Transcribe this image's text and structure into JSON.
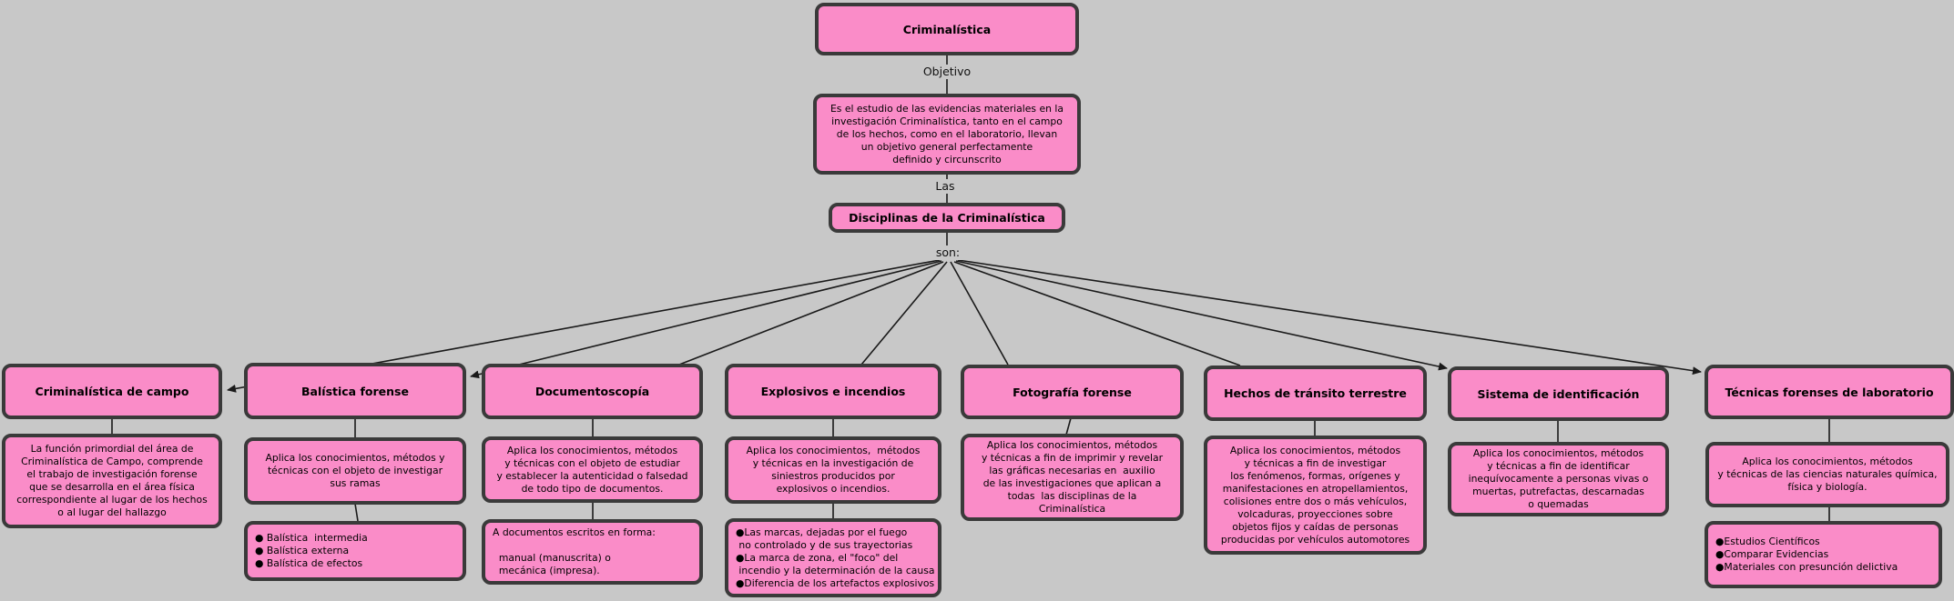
{
  "colors": {
    "background": "#C8C8C8",
    "node_fill": "#FA8CC8",
    "node_border": "#3A3A3A",
    "line": "#1A1A1A",
    "text": "#000000"
  },
  "diagram": {
    "root_title": "Criminalística",
    "objetivo_label": "Objetivo",
    "objective_text": "Es el estudio de las evidencias materiales en la\ninvestigación Criminalística, tanto en el campo\nde los hechos, como en el laboratorio, llevan\nun objetivo general perfectamente\ndefinido y circunscrito",
    "las_label": "Las",
    "disciplines_title": "Disciplinas de la Criminalística",
    "son_label": "son:",
    "disciplines": [
      {
        "title": "Criminalística de campo",
        "description": "La función primordial del área de\nCriminalística de Campo, comprende\nel trabajo de investigación forense\nque se desarrolla en el área física\ncorrespondiente al lugar de los hechos\no al lugar del hallazgo"
      },
      {
        "title": "Balística forense",
        "description": "Aplica los conocimientos, métodos y\ntécnicas con el objeto de investigar\nsus ramas",
        "details": "● Balística  intermedia\n● Balística externa\n● Balística de efectos"
      },
      {
        "title": "Documentoscopía",
        "description": "Aplica los conocimientos, métodos\ny técnicas con el objeto de estudiar\ny establecer la autenticidad o falsedad\nde todo tipo de documentos.",
        "details": "A documentos escritos en forma:\n\n  manual (manuscrita) o\n  mecánica (impresa)."
      },
      {
        "title": "Explosivos e incendios",
        "description": "Aplica los conocimientos,  métodos\ny técnicas en la investigación de\nsiniestros producidos por\nexplosivos o incendios.",
        "details": "●Las marcas, dejadas por el fuego\n no controlado y de sus trayectorias\n●La marca de zona, el \"foco\" del\n incendio y la determinación de la causa\n●Diferencia de los artefactos explosivos"
      },
      {
        "title": "Fotografía forense",
        "description": "Aplica los conocimientos, métodos\ny técnicas a fin de imprimir y revelar\nlas gráficas necesarias en  auxilio\nde las investigaciones que aplican a\ntodas  las disciplinas de la\nCriminalística"
      },
      {
        "title": "Hechos de tránsito terrestre",
        "description": "Aplica los conocimientos, métodos\ny técnicas a fin de investigar\nlos fenómenos, formas, orígenes y\nmanifestaciones en atropellamientos,\ncolisiones entre dos o más vehículos,\nvolcaduras, proyecciones sobre\nobjetos fijos y caídas de personas\nproducidas por vehículos automotores"
      },
      {
        "title": "Sistema de identificación",
        "description": "Aplica los conocimientos, métodos\ny técnicas a fin de identificar\ninequívocamente a personas vivas o\nmuertas, putrefactas, descarnadas\no quemadas"
      },
      {
        "title": "Técnicas forenses de laboratorio",
        "description": "Aplica los conocimientos, métodos\ny técnicas de las ciencias naturales química,\nfísica y biología.",
        "details": "●Estudios Científicos\n●Comparar Evidencias\n●Materiales con presunción delictiva"
      }
    ]
  }
}
